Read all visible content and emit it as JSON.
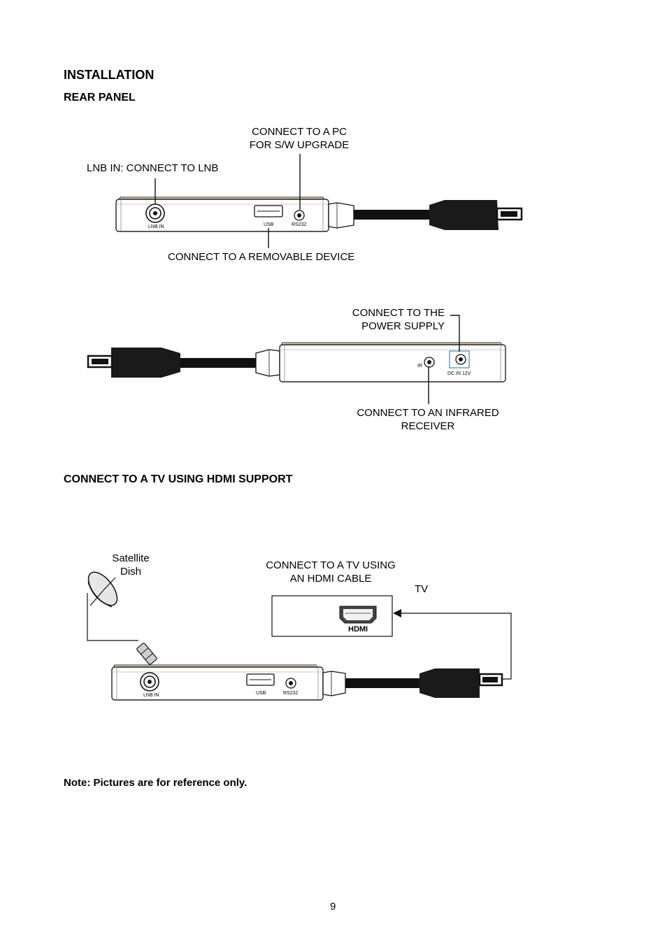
{
  "heading": "INSTALLATION",
  "rear_panel": {
    "title": "REAR PANEL",
    "labels": {
      "pc_line1": "CONNECT TO A PC",
      "pc_line2": "FOR S/W UPGRADE",
      "lnb": "LNB IN: CONNECT TO LNB",
      "usb_device": "CONNECT TO A REMOVABLE DEVICE",
      "power_line1": "CONNECT TO THE",
      "power_line2": "POWER SUPPLY",
      "ir_line1": "CONNECT TO AN INFRARED",
      "ir_line2": "RECEIVER"
    },
    "port_marks": {
      "lnb_in": "LNB IN",
      "usb": "USB",
      "rs232": "RS232",
      "ir": "IR",
      "dc_in": "DC IN 12V"
    }
  },
  "hdmi_section": {
    "title": "CONNECT TO A TV USING HDMI SUPPORT",
    "labels": {
      "dish_line1": "Satellite",
      "dish_line2": "Dish",
      "hdmi_line1": "CONNECT TO A TV USING",
      "hdmi_line2": "AN HDMI CABLE",
      "tv": "TV",
      "hdmi_port": "HDMI"
    },
    "port_marks": {
      "lnb_in": "LNB IN",
      "usb": "USB",
      "rs232": "RS232"
    }
  },
  "note": "Note: Pictures are for reference only.",
  "page_number": "9"
}
